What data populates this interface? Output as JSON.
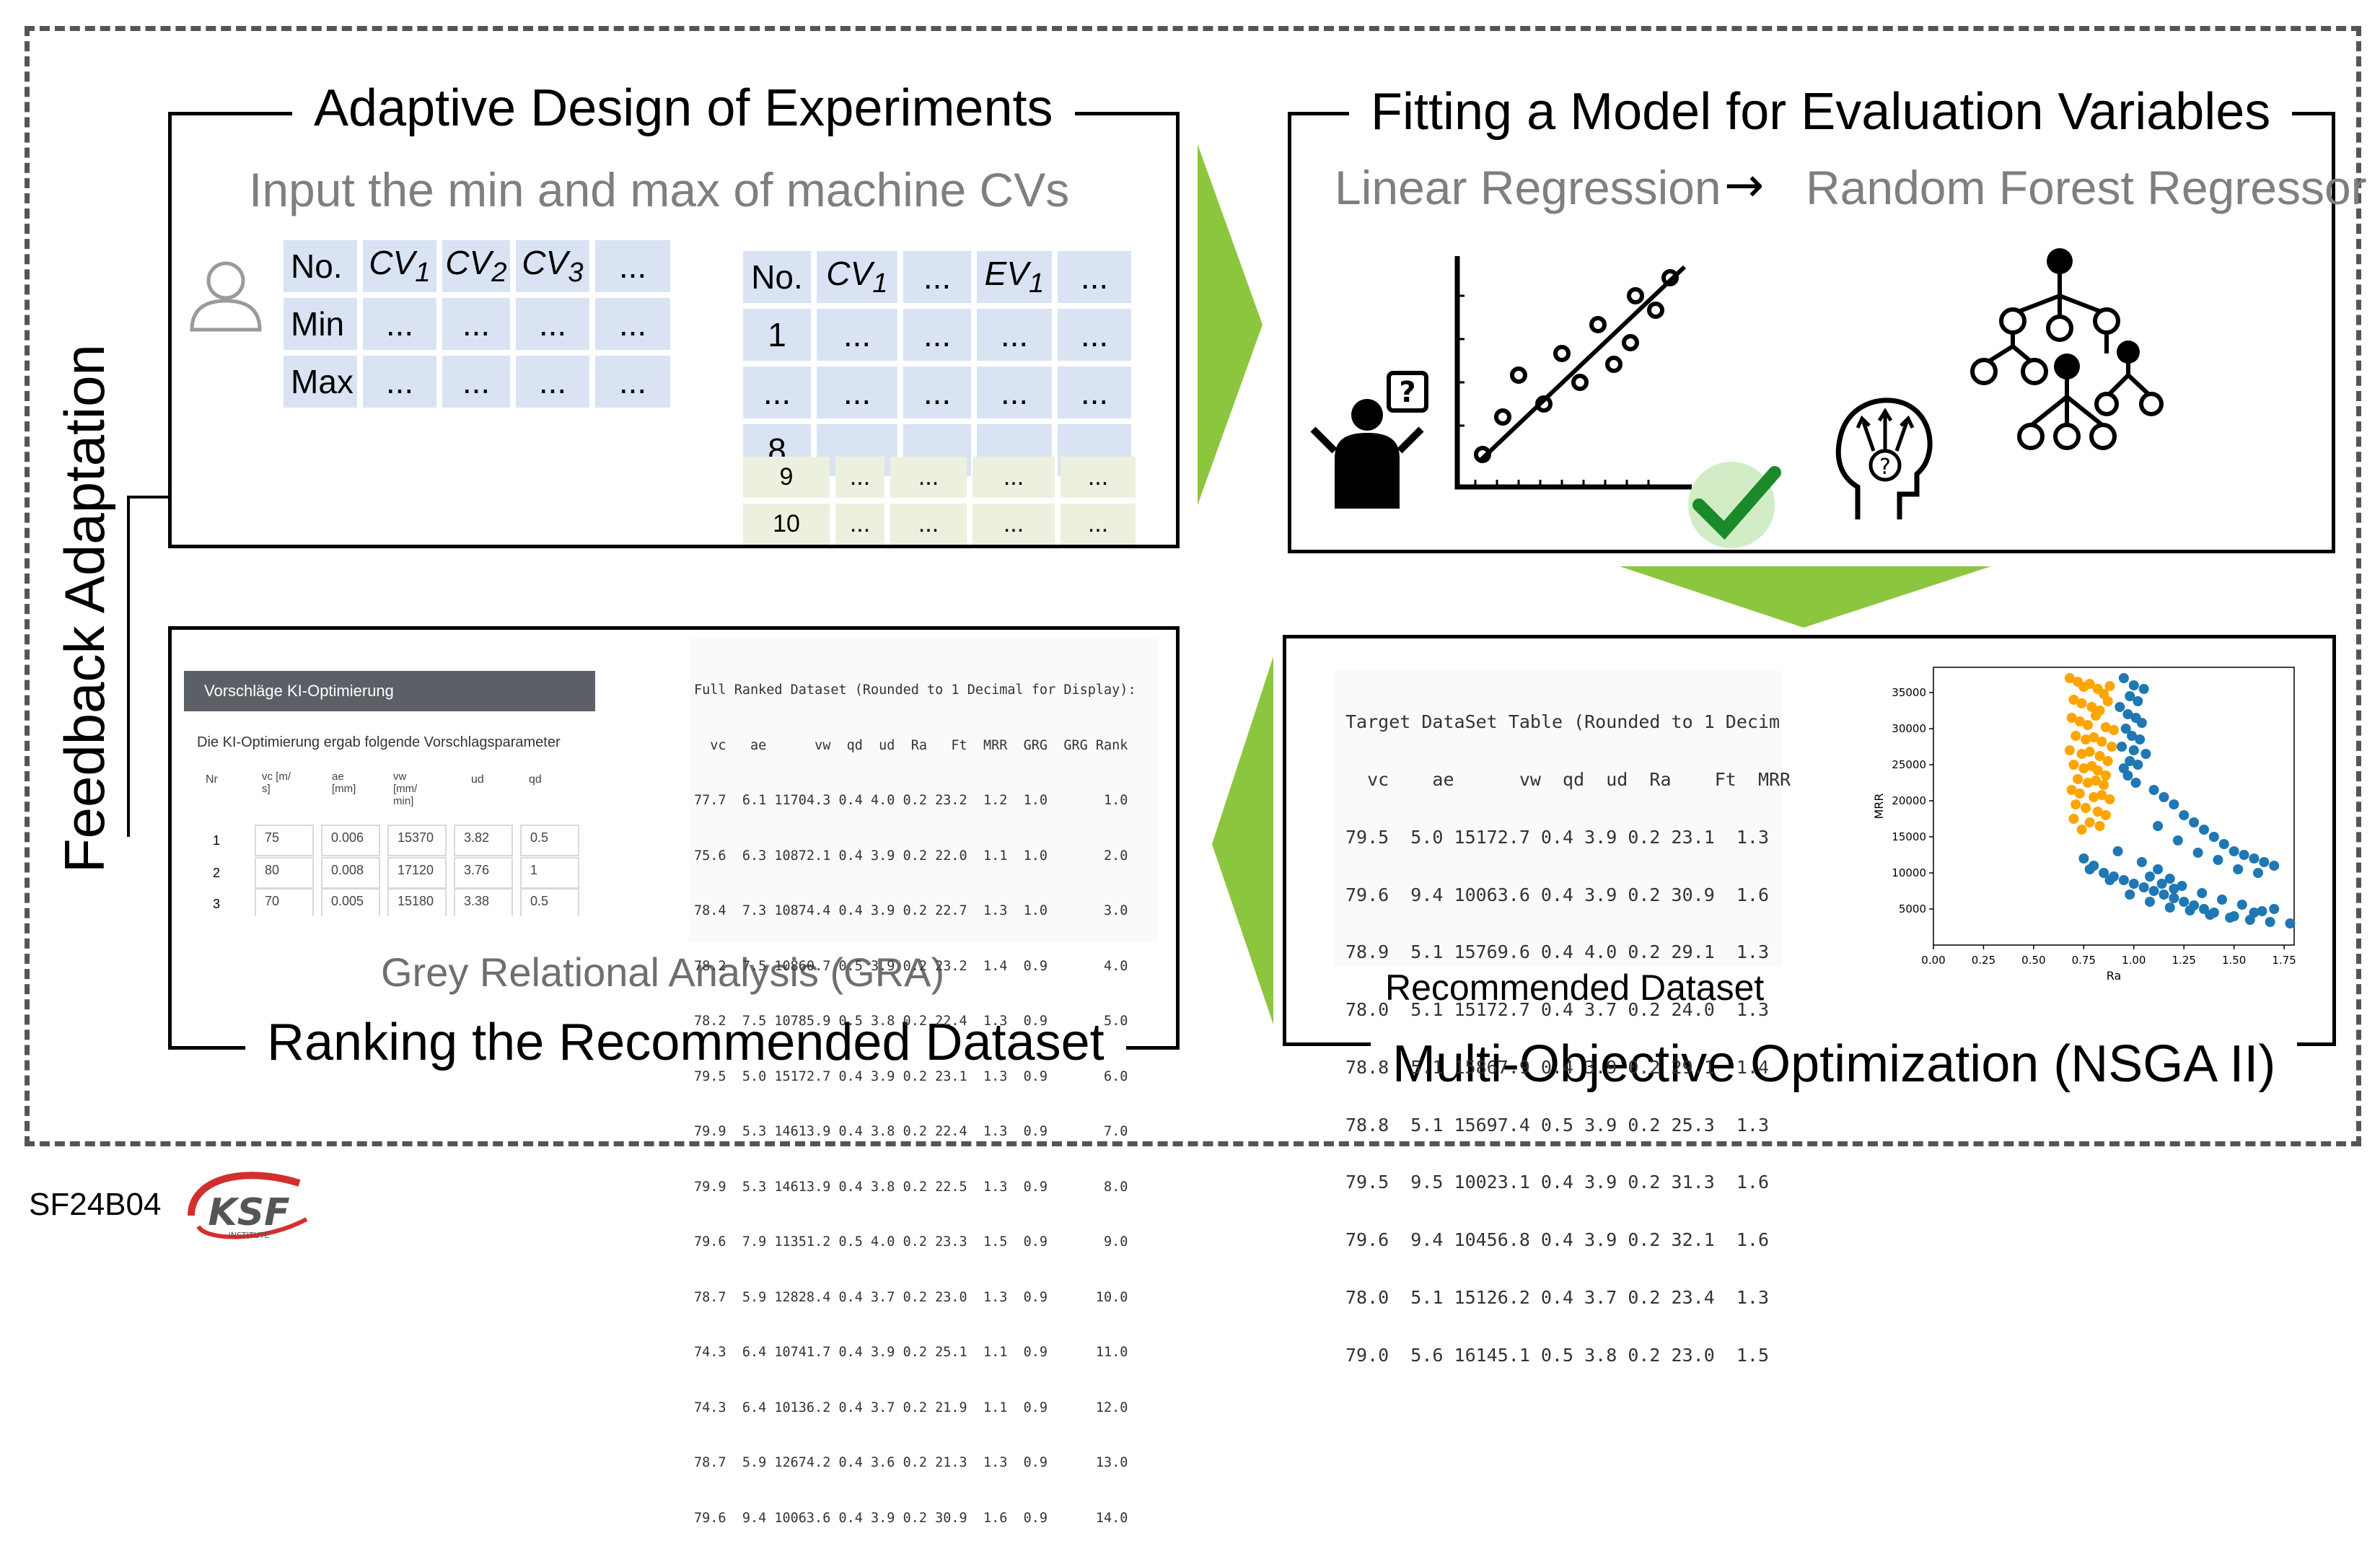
{
  "outer_label": "Feedback Adaptation",
  "footer": {
    "code": "SF24B04",
    "logo_text": "KSF",
    "logo_sub": "INSTITUTE"
  },
  "panel1": {
    "title": "Adaptive Design of Experiments",
    "subtitle": "Input the min and max of machine CVs",
    "user_icon": "user-icon",
    "input_table": {
      "header": [
        "No.",
        "CV1",
        "CV2",
        "CV3",
        "..."
      ],
      "rows": [
        [
          "Min",
          "...",
          "...",
          "...",
          "..."
        ],
        [
          "Max",
          "...",
          "...",
          "...",
          "..."
        ]
      ]
    },
    "doe_table": {
      "header": [
        "No.",
        "CV1",
        "...",
        "EV1",
        "..."
      ],
      "rows": [
        [
          "1",
          "...",
          "...",
          "...",
          "..."
        ],
        [
          "...",
          "...",
          "...",
          "...",
          "..."
        ],
        [
          "8",
          "...",
          "...",
          "...",
          "..."
        ]
      ]
    },
    "feedback_table": {
      "rows": [
        [
          "9",
          "...",
          "...",
          "...",
          "..."
        ],
        [
          "10",
          "...",
          "...",
          "...",
          "..."
        ]
      ]
    }
  },
  "panel2": {
    "title": "Fitting a Model for Evaluation Variables",
    "model_from": "Linear Regression",
    "arrow": "→",
    "model_to": "Random Forest Regressor",
    "icons": [
      "person-question-icon",
      "scatter-regression-icon",
      "checkmark-icon",
      "head-thinking-icon",
      "decision-tree-icon"
    ]
  },
  "panel3": {
    "title": "Multi-Objective Optimization (NSGA II)",
    "table_caption": "Recommended Dataset",
    "table_title": "Target DataSet Table (Rounded to 1 Decim",
    "table_header": "  vc    ae      vw  qd  ud  Ra    Ft  MRR",
    "table_rows": [
      "79.5  5.0 15172.7 0.4 3.9 0.2 23.1  1.3",
      "79.6  9.4 10063.6 0.4 3.9 0.2 30.9  1.6",
      "78.9  5.1 15769.6 0.4 4.0 0.2 29.1  1.3",
      "78.0  5.1 15172.7 0.4 3.7 0.2 24.0  1.3",
      "78.8  5.1 15867.9 0.4 3.9 0.2 29.1  1.4",
      "78.8  5.1 15697.4 0.5 3.9 0.2 25.3  1.3",
      "79.5  9.5 10023.1 0.4 3.9 0.2 31.3  1.6",
      "79.6  9.4 10456.8 0.4 3.9 0.2 32.1  1.6",
      "78.0  5.1 15126.2 0.4 3.7 0.2 23.4  1.3",
      "79.0  5.6 16145.1 0.5 3.8 0.2 23.0  1.5"
    ],
    "pareto_colors": {
      "selected": "#ffa500",
      "other": "#1f77b4"
    }
  },
  "chart_data": {
    "type": "scatter",
    "xlabel": "Ra",
    "ylabel": "MRR",
    "xticks": [
      "0.00",
      "0.25",
      "0.50",
      "0.75",
      "1.00",
      "1.25",
      "1.50",
      "1.75"
    ],
    "yticks": [
      "5000",
      "10000",
      "15000",
      "20000",
      "25000",
      "30000",
      "35000"
    ],
    "xlim": [
      0,
      1.8
    ],
    "ylim": [
      0,
      38500
    ],
    "series": [
      {
        "color": "#ffa500",
        "x": [
          0.68,
          0.72,
          0.75,
          0.78,
          0.82,
          0.85,
          0.88,
          0.7,
          0.74,
          0.79,
          0.83,
          0.87,
          0.69,
          0.73,
          0.77,
          0.81,
          0.86,
          0.9,
          0.71,
          0.76,
          0.8,
          0.84,
          0.89,
          0.68,
          0.74,
          0.78,
          0.83,
          0.87,
          0.7,
          0.75,
          0.79,
          0.82,
          0.86,
          0.72,
          0.77,
          0.81,
          0.85,
          0.69,
          0.73,
          0.8,
          0.84,
          0.88,
          0.71,
          0.76,
          0.82,
          0.86,
          0.7,
          0.78,
          0.83,
          0.74
        ],
        "y": [
          37000,
          36500,
          35800,
          36200,
          35500,
          34800,
          35900,
          34000,
          33500,
          33000,
          32500,
          33800,
          31500,
          31000,
          30500,
          31800,
          30200,
          29800,
          29000,
          28500,
          28800,
          28200,
          27500,
          27000,
          26500,
          26800,
          26200,
          25500,
          25000,
          24500,
          24800,
          24200,
          23500,
          23000,
          22500,
          22800,
          22200,
          21500,
          21000,
          20500,
          20800,
          20200,
          19500,
          19000,
          18500,
          18000,
          17500,
          17000,
          16500,
          16000
        ]
      },
      {
        "color": "#1f77b4",
        "x": [
          0.95,
          1.0,
          1.05,
          0.98,
          1.02,
          0.93,
          0.97,
          1.01,
          1.04,
          0.96,
          0.99,
          1.03,
          0.94,
          1.0,
          1.06,
          0.98,
          1.02,
          0.95,
          0.97,
          1.01,
          1.1,
          1.15,
          1.2,
          1.25,
          1.3,
          1.35,
          1.4,
          1.45,
          1.5,
          1.55,
          1.6,
          1.65,
          1.7,
          1.12,
          1.22,
          1.32,
          1.42,
          1.52,
          1.62,
          0.75,
          0.8,
          0.85,
          0.9,
          0.95,
          1.0,
          1.05,
          1.1,
          1.15,
          1.2,
          1.25,
          1.3,
          1.35,
          1.4,
          1.5,
          1.6,
          1.7,
          1.78,
          0.78,
          0.88,
          0.98,
          1.08,
          1.18,
          1.28,
          1.38,
          1.48,
          1.58,
          1.68,
          1.08,
          1.14,
          1.2,
          1.04,
          0.92,
          1.12,
          1.18,
          1.24,
          1.34,
          1.44,
          1.54,
          1.64
        ],
        "y": [
          37000,
          36000,
          35500,
          34500,
          33800,
          33000,
          32000,
          31500,
          30800,
          30000,
          29000,
          28500,
          27500,
          27000,
          26500,
          25500,
          25000,
          24500,
          23500,
          22500,
          21500,
          20500,
          19500,
          18000,
          17000,
          16000,
          15000,
          14000,
          13000,
          12500,
          12000,
          11500,
          11000,
          16500,
          14500,
          12800,
          11800,
          10500,
          10000,
          12000,
          11000,
          10000,
          9500,
          9000,
          8500,
          8000,
          7500,
          7000,
          6500,
          6000,
          5500,
          5000,
          4500,
          4000,
          4500,
          5000,
          3000,
          10500,
          9000,
          7000,
          6000,
          5200,
          4800,
          4200,
          3800,
          3500,
          3200,
          9500,
          8500,
          7800,
          11500,
          13000,
          10500,
          9200,
          8200,
          7200,
          6300,
          5600,
          4700
        ]
      }
    ]
  },
  "panel4": {
    "title": "Ranking the Recommended Dataset",
    "subtitle": "Grey Relational Analysis (GRA)",
    "ki": {
      "header": "Vorschläge KI-Optimierung",
      "intro": "Die KI-Optimierung ergab folgende Vorschlagsparameter",
      "cols": [
        "Nr",
        "vc [m/ s]",
        "ae [mm]",
        "vw [mm/ min]",
        "ud",
        "qd"
      ],
      "rows": [
        [
          "1",
          "75",
          "0.006",
          "15370",
          "3.82",
          "0.5"
        ],
        [
          "2",
          "80",
          "0.008",
          "17120",
          "3.76",
          "1"
        ],
        [
          "3",
          "70",
          "0.005",
          "15180",
          "3.38",
          "0.5"
        ]
      ]
    },
    "ranked_title": "Full Ranked Dataset (Rounded to 1 Decimal for Display):",
    "ranked_header": "  vc   ae      vw  qd  ud  Ra   Ft  MRR  GRG  GRG Rank",
    "ranked_rows": [
      "77.7  6.1 11704.3 0.4 4.0 0.2 23.2  1.2  1.0       1.0",
      "75.6  6.3 10872.1 0.4 3.9 0.2 22.0  1.1  1.0       2.0",
      "78.4  7.3 10874.4 0.4 3.9 0.2 22.7  1.3  1.0       3.0",
      "78.2  7.5 10860.7 0.5 3.9 0.2 23.2  1.4  0.9       4.0",
      "78.2  7.5 10785.9 0.5 3.8 0.2 22.4  1.3  0.9       5.0",
      "79.5  5.0 15172.7 0.4 3.9 0.2 23.1  1.3  0.9       6.0",
      "79.9  5.3 14613.9 0.4 3.8 0.2 22.4  1.3  0.9       7.0",
      "79.9  5.3 14613.9 0.4 3.8 0.2 22.5  1.3  0.9       8.0",
      "79.6  7.9 11351.2 0.5 4.0 0.2 23.3  1.5  0.9       9.0",
      "78.7  5.9 12828.4 0.4 3.7 0.2 23.0  1.3  0.9      10.0",
      "74.3  6.4 10741.7 0.4 3.9 0.2 25.1  1.1  0.9      11.0",
      "74.3  6.4 10136.2 0.4 3.7 0.2 21.9  1.1  0.9      12.0",
      "78.7  5.9 12674.2 0.4 3.6 0.2 21.3  1.3  0.9      13.0",
      "79.6  9.4 10063.6 0.4 3.9 0.2 30.9  1.6  0.9      14.0"
    ]
  },
  "colors": {
    "flow_arrow": "#8cc63f",
    "table_blue": "#dae3f3",
    "table_green": "#ebf1de",
    "ki_header": "#5b6066"
  }
}
